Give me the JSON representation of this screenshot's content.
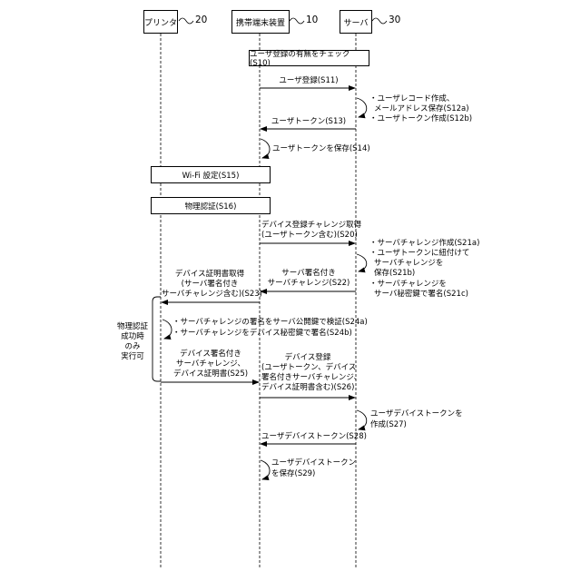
{
  "participants": {
    "printer": {
      "label": "プリンタ",
      "ref": "20"
    },
    "terminal": {
      "label": "携帯端末装置",
      "ref": "10"
    },
    "server": {
      "label": "サーバ",
      "ref": "30"
    }
  },
  "steps": {
    "s10": "ユーザ登録の有無をチェック(S10)",
    "s11": "ユーザ登録(S11)",
    "s12a_1": "・ユーザレコード作成、",
    "s12a_2": "メールアドレス保存(S12a)",
    "s12b": "・ユーザトークン作成(S12b)",
    "s13": "ユーザトークン(S13)",
    "s14": "ユーザトークンを保存(S14)",
    "s15": "Wi-Fi 設定(S15)",
    "s16": "物理認証(S16)",
    "s20_1": "デバイス登録チャレンジ取得",
    "s20_2": "(ユーザトークン含む)(S20)",
    "s21a": "・サーバチャレンジ作成(S21a)",
    "s21b_1": "・ユーザトークンに紐付けて",
    "s21b_2": "サーバチャレンジを",
    "s21b_3": "保存(S21b)",
    "s21c_1": "・サーバチャレンジを",
    "s21c_2": "サーバ秘密鍵で署名(S21c)",
    "s22_1": "サーバ署名付き",
    "s22_2": "サーバチャレンジ(S22)",
    "s23_1": "デバイス証明書取得",
    "s23_2": "(サーバ署名付き",
    "s23_3": "サーバチャレンジ含む)(S23)",
    "s24a": "・サーバチャレンジの署名をサーバ公開鍵で検証(S24a)",
    "s24b": "・サーバチャレンジをデバイス秘密鍵で署名(S24b)",
    "s25_1": "デバイス署名付き",
    "s25_2": "サーバチャレンジ、",
    "s25_3": "デバイス証明書(S25)",
    "s26_1": "デバイス登録",
    "s26_2": "(ユーザトークン、デバイス",
    "s26_3": "署名付きサーバチャレンジ、",
    "s26_4": "デバイス証明書含む)(S26)",
    "s27_1": "ユーザデバイストークンを",
    "s27_2": "作成(S27)",
    "s28": "ユーザデバイストークン(S28)",
    "s29_1": "ユーザデバイストークン",
    "s29_2": "を保存(S29)"
  },
  "condition": {
    "line1": "物理認証",
    "line2": "成功時",
    "line3": "のみ",
    "line4": "実行可"
  }
}
